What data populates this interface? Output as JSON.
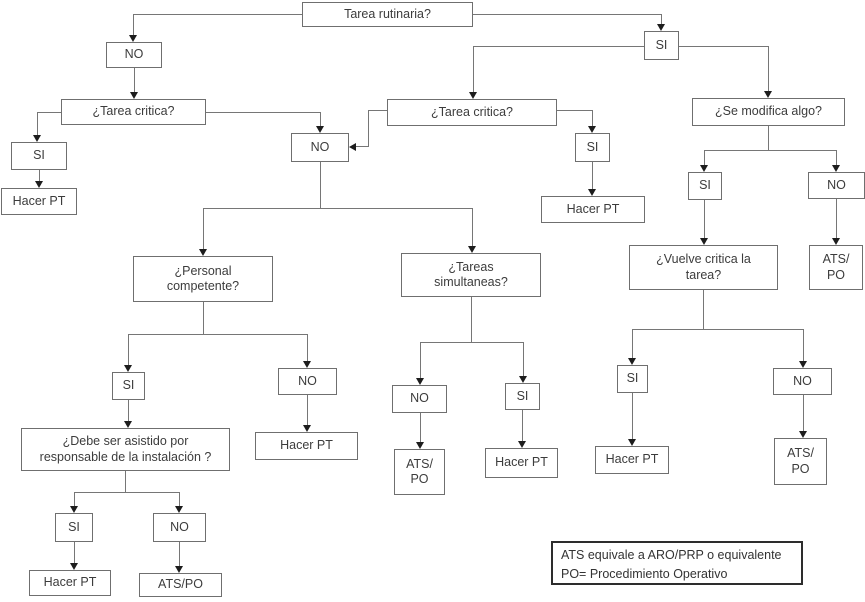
{
  "colors": {
    "box_border": "#6f6f6f",
    "line": "#767676",
    "arrow": "#1d1d1d",
    "text": "#3c3c3c"
  },
  "nodes": [
    {
      "label": "Tarea rutinaria?"
    },
    {
      "label": "NO"
    },
    {
      "label": "SI"
    },
    {
      "label": "¿Tarea critica?"
    },
    {
      "label": "SI"
    },
    {
      "label": "Hacer PT"
    },
    {
      "label": "NO"
    },
    {
      "label": "¿Tarea critica?"
    },
    {
      "label": "SI"
    },
    {
      "label": "Hacer PT"
    },
    {
      "label": "¿Se modifica algo?"
    },
    {
      "label": "SI"
    },
    {
      "label": "NO"
    },
    {
      "label": "ATS/\nPO"
    },
    {
      "label": "¿Vuelve critica la\ntarea?"
    },
    {
      "label": "¿Personal\ncompetente?"
    },
    {
      "label": "¿Tareas\nsimultaneas?"
    },
    {
      "label": "SI"
    },
    {
      "label": "NO"
    },
    {
      "label": "Hacer PT"
    },
    {
      "label": "NO"
    },
    {
      "label": "SI"
    },
    {
      "label": "ATS/\nPO"
    },
    {
      "label": "Hacer PT"
    },
    {
      "label": "SI"
    },
    {
      "label": "NO"
    },
    {
      "label": "Hacer PT"
    },
    {
      "label": "ATS/\nPO"
    },
    {
      "label": "¿Debe ser asistido por\nresponsable de la instalación ?"
    },
    {
      "label": "SI"
    },
    {
      "label": "NO"
    },
    {
      "label": "Hacer PT"
    },
    {
      "label": "ATS/PO"
    }
  ],
  "legend": {
    "line1": "ATS equivale a ARO/PRP o equivalente",
    "line2": "PO= Procedimiento Operativo"
  }
}
